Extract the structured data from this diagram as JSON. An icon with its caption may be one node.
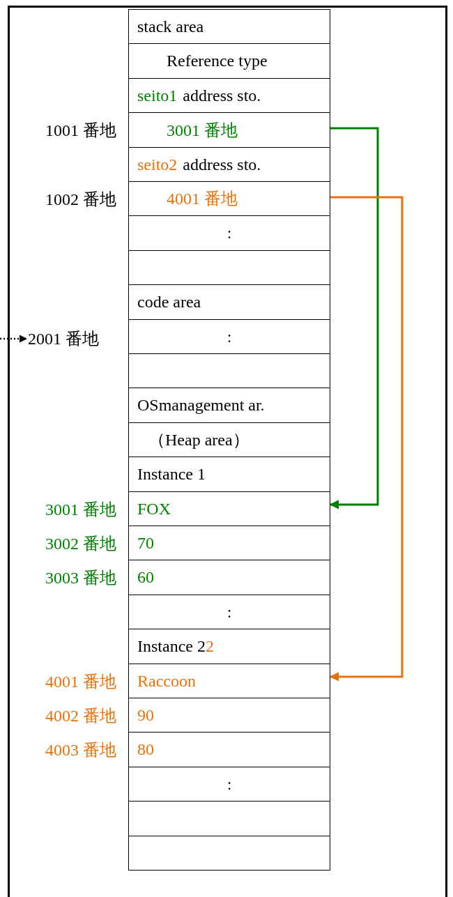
{
  "diagram": {
    "nodes": [
      {
        "text": [
          "stack area"
        ]
      },
      {
        "text": [
          "Reference type"
        ]
      },
      {
        "text": [
          "seito1",
          "address sto."
        ]
      },
      {
        "text": [
          "3001 番地"
        ],
        "beside": [
          "1001 番地"
        ]
      },
      {
        "text": [
          "seito2",
          "address sto."
        ]
      },
      {
        "text": [
          "4001 番地"
        ],
        "beside": [
          "1002 番地"
        ]
      },
      {
        "text": [
          ":"
        ]
      },
      {
        "text": [],
        "shape": "box"
      },
      {
        "text": [
          "code area"
        ]
      },
      {
        "text": [
          ":"
        ]
      },
      {
        "text": [],
        "shape": "box"
      },
      {
        "text": [
          "OSmanagement ar."
        ]
      },
      {
        "text": [
          "（Heap area）"
        ]
      },
      {
        "text": [
          "Instance 1"
        ]
      },
      {
        "text": [
          "FOX"
        ],
        "beside": [
          "3001 番地"
        ]
      },
      {
        "text": [
          "70"
        ],
        "beside": [
          "3002 番地"
        ]
      },
      {
        "text": [
          "60"
        ],
        "beside": [
          "3003 番地"
        ]
      },
      {
        "text": [
          ":"
        ]
      },
      {
        "text": [
          "Instance 2",
          "2"
        ]
      },
      {
        "text": [
          "Raccoon"
        ],
        "beside": [
          "4001 番地"
        ]
      },
      {
        "text": [
          "90"
        ],
        "beside": [
          "4002 番地"
        ]
      },
      {
        "text": [
          "80"
        ],
        "beside": [
          "4003 番地"
        ]
      },
      {
        "text": [
          ":"
        ]
      },
      {
        "text": [],
        "shape": "box"
      },
      {
        "text": [],
        "shape": "box"
      },
      {
        "text": [
          "2001 番地"
        ]
      }
    ],
    "edges": [
      {
        "from": 3,
        "to": 14,
        "arrow": "to",
        "color": "#008000"
      },
      {
        "from": 5,
        "to": 19,
        "arrow": "to",
        "color": "#e8720c"
      },
      {
        "from": null,
        "to": 25,
        "arrow": "to",
        "style": "dashed",
        "color": "#000000"
      }
    ]
  }
}
